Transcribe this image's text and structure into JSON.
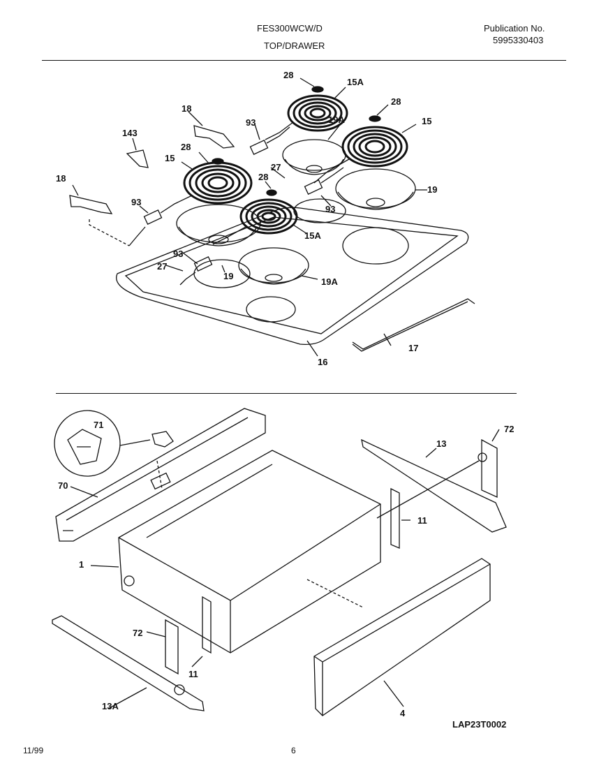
{
  "header": {
    "model": "FES300WCW/D",
    "section": "TOP/DRAWER",
    "publication_label": "Publication No.",
    "publication_number": "5995330403"
  },
  "callouts": {
    "c28a": "28",
    "c15a_top": "15A",
    "c28b": "28",
    "c15_right": "15",
    "c18_top": "18",
    "c93_top": "93",
    "c19a_top": "19A",
    "c143": "143",
    "c28c": "28",
    "c15_left": "15",
    "c27_top": "27",
    "c28d": "28",
    "c19_right": "19",
    "c18_left": "18",
    "c93_left": "93",
    "c93_mid": "93",
    "c15a_mid": "15A",
    "c93_low": "93",
    "c27_low": "27",
    "c19_low": "19",
    "c19a_low": "19A",
    "c17": "17",
    "c16": "16",
    "c71": "71",
    "c72_right": "72",
    "c13": "13",
    "c70": "70",
    "c11_right": "11",
    "c1": "1",
    "c72_left": "72",
    "c11_left": "11",
    "c13a": "13A",
    "c4": "4"
  },
  "footer": {
    "date": "11/99",
    "page": "6",
    "drawing_ref": "LAP23T0002"
  }
}
